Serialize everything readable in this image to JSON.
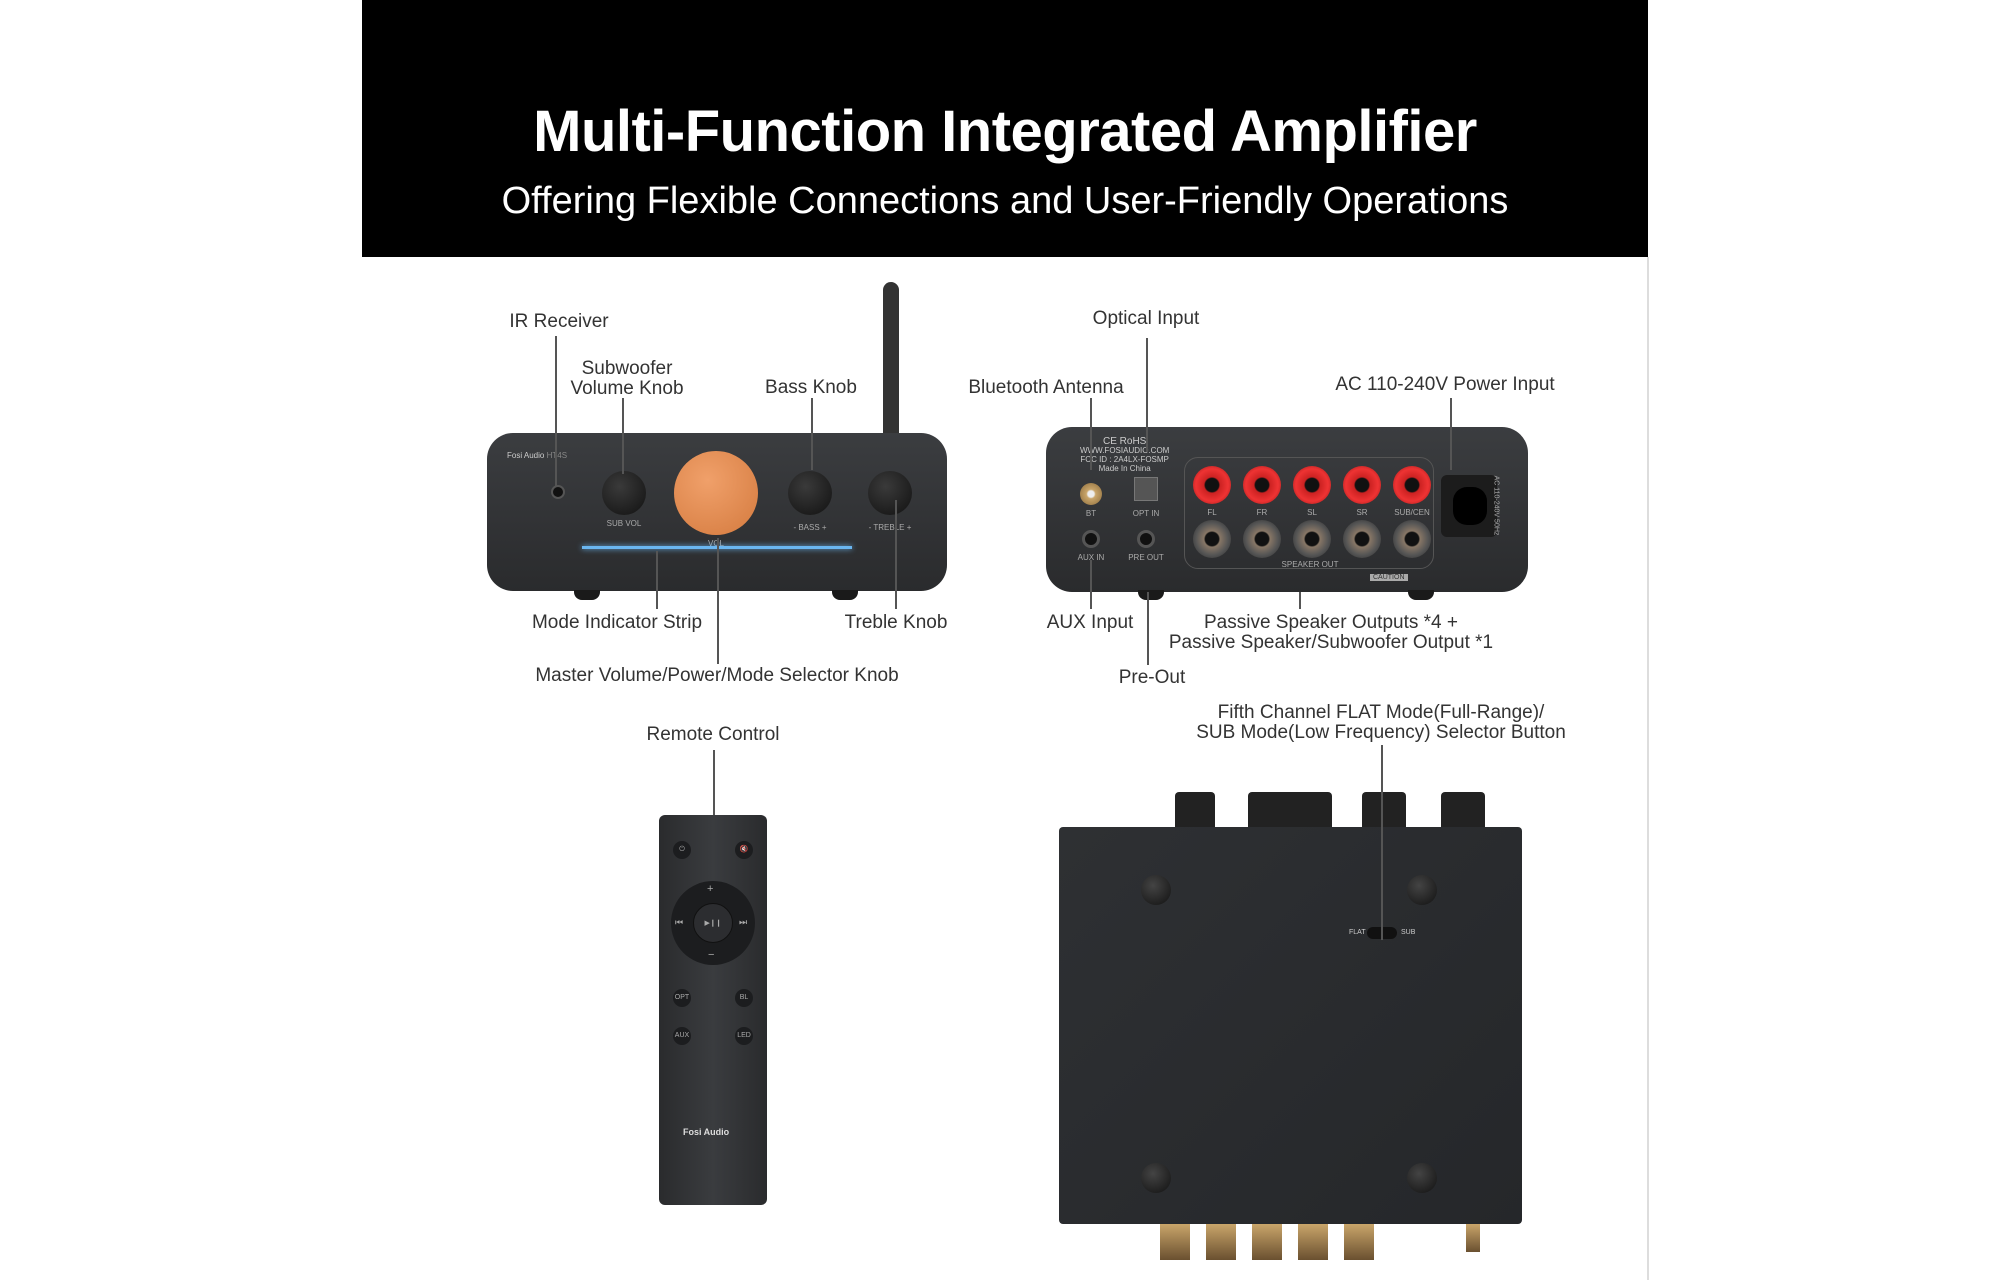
{
  "header": {
    "title": "Multi-Function Integrated Amplifier",
    "subtitle": "Offering Flexible Connections and User-Friendly Operations"
  },
  "callouts": {
    "ir_receiver": "IR Receiver",
    "subwoofer_knob_1": "Subwoofer",
    "subwoofer_knob_2": "Volume Knob",
    "bass_knob": "Bass Knob",
    "mode_strip": "Mode Indicator Strip",
    "treble_knob": "Treble Knob",
    "master_knob": "Master Volume/Power/Mode Selector Knob",
    "optical_input": "Optical Input",
    "bt_antenna": "Bluetooth Antenna",
    "ac_input": "AC 110-240V Power Input",
    "aux_input": "AUX Input",
    "speaker_out_1": "Passive Speaker Outputs *4 +",
    "speaker_out_2": "Passive Speaker/Subwoofer Output *1",
    "pre_out": "Pre-Out",
    "fifth_channel_1": "Fifth Channel FLAT Mode(Full-Range)/",
    "fifth_channel_2": "SUB Mode(Low Frequency) Selector Button",
    "remote": "Remote Control"
  },
  "device": {
    "brand": "Fosi Audio",
    "model": "HT4S",
    "front_labels": [
      "SUB VOL",
      "VOL",
      "- BASS +",
      "- TREBLE +"
    ],
    "rear_cert": "CE RoHS",
    "rear_web": "WWW.FOSIAUDIO.COM",
    "rear_fcc": "FCC ID : 2A4LX-FOSMP",
    "rear_made": "Made In China",
    "ports": [
      "FL",
      "FR",
      "SL",
      "SR",
      "SUB/CEN"
    ],
    "bt": "BT",
    "opt": "OPT IN",
    "aux": "AUX IN",
    "pre": "PRE OUT",
    "speaker_out": "SPEAKER OUT",
    "caution": "CAUTION",
    "ac": "AC 110-240V 50Hz",
    "flat": "FLAT",
    "sub": "SUB"
  },
  "remote": {
    "buttons": [
      "OPT",
      "BL",
      "AUX",
      "LED"
    ],
    "plus": "+",
    "minus": "−",
    "play": "▶❙❙",
    "prev": "⏮",
    "next": "⏭",
    "brand": "Fosi Audio"
  }
}
